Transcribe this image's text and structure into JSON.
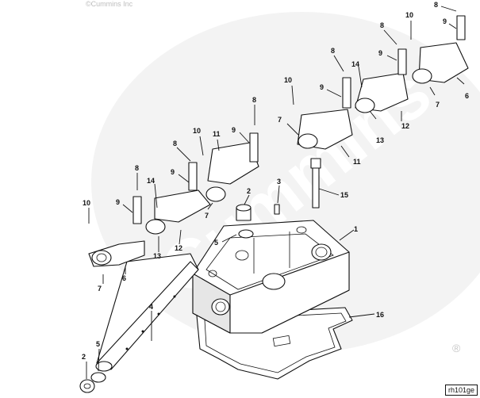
{
  "header": {
    "copyright": "©Cummins Inc"
  },
  "watermark": {
    "brand": "Cummins",
    "registered": "®"
  },
  "footer": {
    "ref_code": "rh101ge"
  },
  "callouts": [
    {
      "id": "c8a",
      "label": "8"
    },
    {
      "id": "c8b",
      "label": "8"
    },
    {
      "id": "c8c",
      "label": "8"
    },
    {
      "id": "c8d",
      "label": "8"
    },
    {
      "id": "c8e",
      "label": "8"
    },
    {
      "id": "c8f",
      "label": "8"
    },
    {
      "id": "c9a",
      "label": "9"
    },
    {
      "id": "c9b",
      "label": "9"
    },
    {
      "id": "c9c",
      "label": "9"
    },
    {
      "id": "c9d",
      "label": "9"
    },
    {
      "id": "c9e",
      "label": "9"
    },
    {
      "id": "c9f",
      "label": "9"
    },
    {
      "id": "c10a",
      "label": "10"
    },
    {
      "id": "c10b",
      "label": "10"
    },
    {
      "id": "c10c",
      "label": "10"
    },
    {
      "id": "c10d",
      "label": "10"
    },
    {
      "id": "c14a",
      "label": "14"
    },
    {
      "id": "c14b",
      "label": "14"
    },
    {
      "id": "c7a",
      "label": "7"
    },
    {
      "id": "c7b",
      "label": "7"
    },
    {
      "id": "c7c",
      "label": "7"
    },
    {
      "id": "c7d",
      "label": "7"
    },
    {
      "id": "c6a",
      "label": "6"
    },
    {
      "id": "c6b",
      "label": "6"
    },
    {
      "id": "c13a",
      "label": "13"
    },
    {
      "id": "c13b",
      "label": "13"
    },
    {
      "id": "c12a",
      "label": "12"
    },
    {
      "id": "c12b",
      "label": "12"
    },
    {
      "id": "c11a",
      "label": "11"
    },
    {
      "id": "c11b",
      "label": "11"
    },
    {
      "id": "c15",
      "label": "15"
    },
    {
      "id": "c1",
      "label": "1"
    },
    {
      "id": "c16",
      "label": "16"
    },
    {
      "id": "c3",
      "label": "3"
    },
    {
      "id": "c2a",
      "label": "2"
    },
    {
      "id": "c2b",
      "label": "2"
    },
    {
      "id": "c5a",
      "label": "5"
    },
    {
      "id": "c5b",
      "label": "5"
    },
    {
      "id": "c4",
      "label": "4"
    }
  ]
}
